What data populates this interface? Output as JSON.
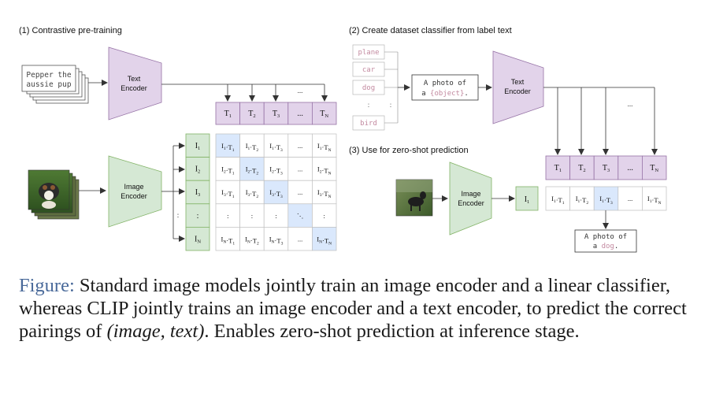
{
  "panel1": {
    "title": "(1) Contrastive pre-training",
    "input_text": [
      "Pepper the",
      "aussie pup"
    ],
    "text_encoder": [
      "Text",
      "Encoder"
    ],
    "image_encoder": [
      "Image",
      "Encoder"
    ],
    "text_tokens": [
      "T1",
      "T2",
      "T3",
      "...",
      "TN"
    ],
    "image_tokens": [
      "I1",
      "I2",
      "I3",
      ":",
      "IN"
    ],
    "matrix": [
      [
        "I1·T1",
        "I1·T2",
        "I1·T3",
        "...",
        "I1·TN"
      ],
      [
        "I2·T1",
        "I2·T2",
        "I2·T3",
        "...",
        "I2·TN"
      ],
      [
        "I3·T1",
        "I3·T2",
        "I3·T3",
        "...",
        "I3·TN"
      ],
      [
        ":",
        ":",
        ":",
        "⋱",
        ":"
      ],
      [
        "IN·T1",
        "IN·T2",
        "IN·T3",
        "...",
        "IN·TN"
      ]
    ]
  },
  "panel2": {
    "title": "(2) Create dataset classifier from label text",
    "labels": [
      "plane",
      "car",
      "dog",
      "bird"
    ],
    "template": [
      "A photo of",
      "a {object}."
    ],
    "text_encoder": [
      "Text",
      "Encoder"
    ],
    "text_tokens": [
      "T1",
      "T2",
      "T3",
      "...",
      "TN"
    ]
  },
  "panel3": {
    "title": "(3) Use for zero-shot prediction",
    "image_encoder": [
      "Image",
      "Encoder"
    ],
    "image_token": "I1",
    "scores": [
      "I1·T1",
      "I1·T2",
      "I1·T3",
      "...",
      "I1·TN"
    ],
    "result": [
      "A photo of",
      "a dog."
    ]
  },
  "caption": {
    "lead": "Figure:",
    "text1": " Standard image models jointly train an image encoder and a linear classifier, whereas CLIP jointly trains an image encoder and a text encoder, to predict the correct pairings of ",
    "italic": "(image, text)",
    "text2": ". Enables zero-shot prediction at inference stage."
  },
  "colors": {
    "text_encoder": "#e2d3ea",
    "image_encoder": "#d5e8d4",
    "highlight": "#dae8fc"
  }
}
